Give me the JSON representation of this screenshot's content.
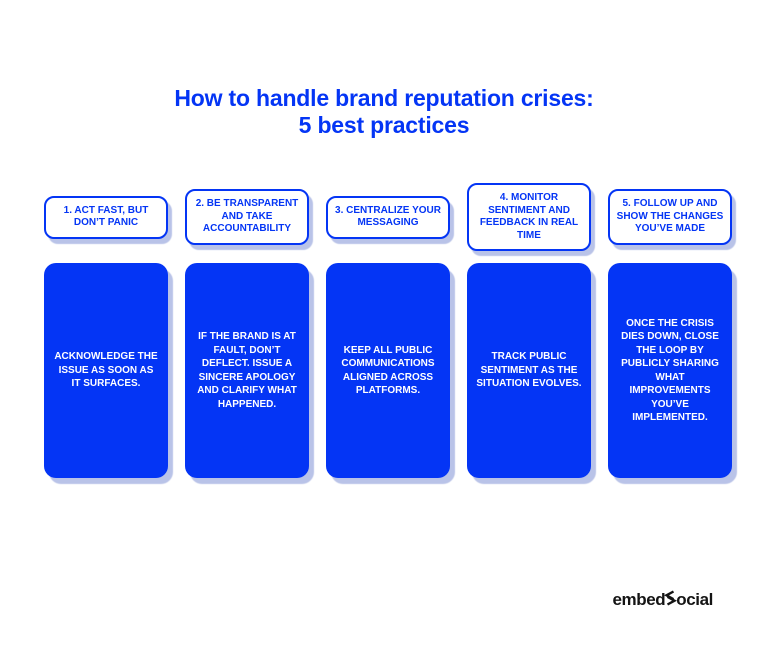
{
  "title": {
    "line1": "How to handle brand reputation crises:",
    "line2": "5 best practices"
  },
  "colors": {
    "brand_blue": "#0435f5",
    "card_shadow": "#b9c3e8",
    "card_text_on_blue": "#ffffff",
    "background": "#ffffff",
    "logo_black": "#141414"
  },
  "practices": [
    {
      "header": "1. ACT FAST, BUT DON’T PANIC",
      "body": "ACKNOWLEDGE THE ISSUE AS SOON AS IT SURFACES."
    },
    {
      "header": "2. BE TRANSPARENT AND TAKE ACCOUNTABILITY",
      "body": "IF THE BRAND IS AT FAULT, DON’T DEFLECT. ISSUE A SINCERE APOLOGY AND CLARIFY WHAT HAPPENED."
    },
    {
      "header": "3. CENTRALIZE YOUR MESSAGING",
      "body": "KEEP ALL PUBLIC COMMUNICATIONS ALIGNED ACROSS PLATFORMS."
    },
    {
      "header": "4. MONITOR SENTIMENT AND FEEDBACK IN REAL TIME",
      "body": "TRACK PUBLIC SENTIMENT AS THE SITUATION EVOLVES."
    },
    {
      "header": "5. FOLLOW UP AND SHOW THE CHANGES YOU’VE MADE",
      "body": "ONCE THE CRISIS DIES DOWN, CLOSE THE LOOP BY PUBLICLY SHARING WHAT IMPROVEMENTS YOU’VE IMPLEMENTED."
    }
  ],
  "footer": {
    "logo_prefix": "embed",
    "logo_icon": "s-chevrons-icon",
    "logo_suffix": "ocial"
  }
}
